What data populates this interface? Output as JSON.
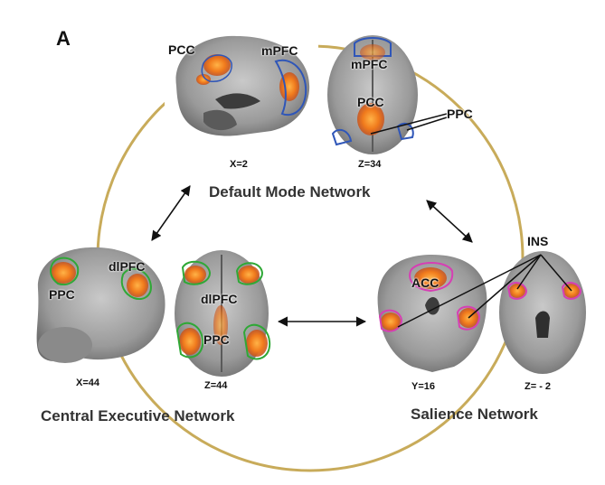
{
  "panel_letter": "A",
  "networks": {
    "default_mode": "Default Mode Network",
    "central_executive": "Central Executive Network",
    "salience": "Salience Network"
  },
  "slices": {
    "dmn_sagittal": "X=2",
    "dmn_axial": "Z=34",
    "cen_sagittal": "X=44",
    "cen_axial": "Z=44",
    "sn_coronal": "Y=16",
    "sn_axial": "Z= - 2"
  },
  "regions": {
    "pcc_sagittal": "PCC",
    "mpfc_sagittal": "mPFC",
    "mpfc_axial": "mPFC",
    "pcc_axial": "PCC",
    "ppc_dmn": "PPC",
    "dlpfc_sagittal": "dlPFC",
    "ppc_sagittal": "PPC",
    "dlpfc_axial": "dlPFC",
    "ppc_axial": "PPC",
    "acc": "ACC",
    "ins": "INS"
  },
  "colors": {
    "ring": "#c8ab5a",
    "activation": "#f07a1c",
    "dmn_outline": "#2f56b8",
    "cen_outline": "#2fa836",
    "sn_outline": "#d63fb4",
    "brain_gray": "#8f8f8f"
  }
}
